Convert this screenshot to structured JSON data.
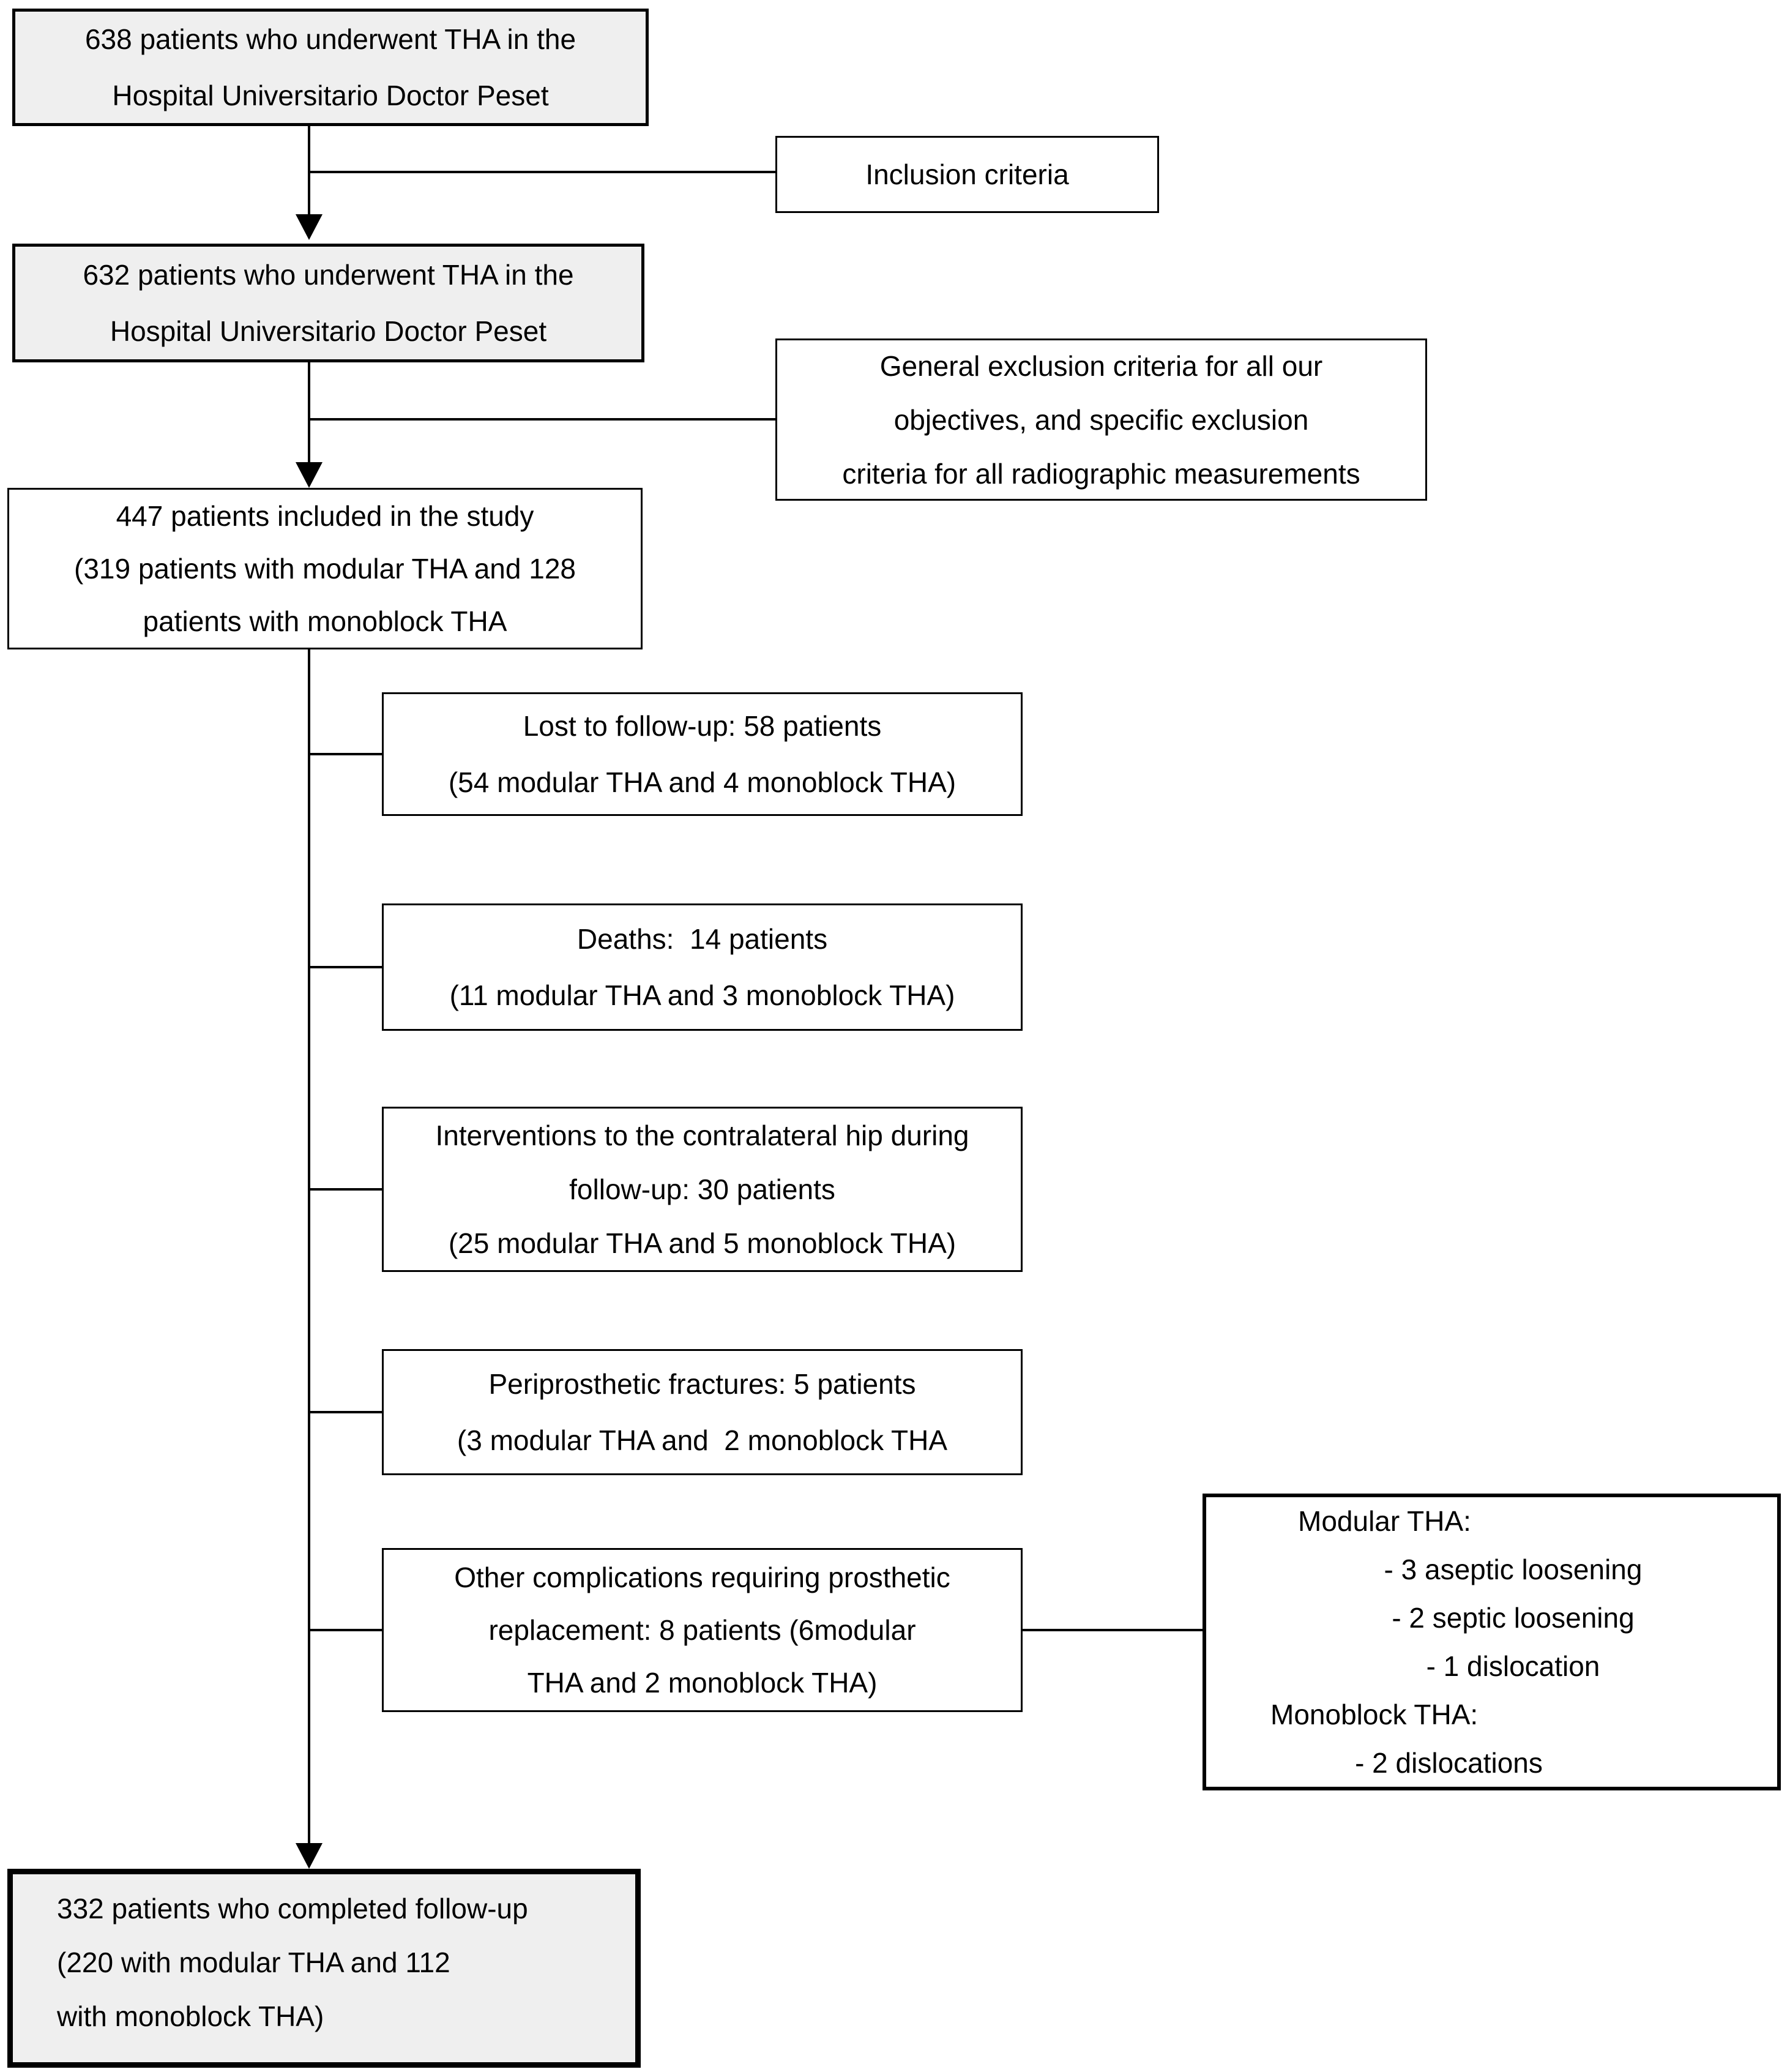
{
  "diagram": {
    "title": "Patient flow diagram (THA study)",
    "colors": {
      "box_fill_grey": "#efefef",
      "box_fill_white": "#ffffff",
      "line_color": "#000000"
    },
    "boxes": {
      "b638": {
        "lines": [
          "638 patients who underwent THA in the",
          "Hospital Universitario Doctor Peset"
        ]
      },
      "inclusion": {
        "lines": [
          "Inclusion criteria"
        ]
      },
      "b632": {
        "lines": [
          "632 patients who underwent THA in the",
          "Hospital Universitario Doctor Peset"
        ]
      },
      "exclusion": {
        "lines": [
          "General exclusion criteria for all our",
          "objectives, and specific exclusion",
          "criteria for all radiographic measurements"
        ]
      },
      "b447": {
        "lines": [
          "447 patients included in the study",
          "(319 patients with modular THA and 128",
          "patients with monoblock THA"
        ]
      },
      "lost": {
        "lines": [
          "Lost to follow-up: 58 patients",
          "(54 modular THA and 4 monoblock THA)"
        ]
      },
      "deaths": {
        "lines": [
          "Deaths:  14 patients",
          "(11 modular THA and 3 monoblock THA)"
        ]
      },
      "interventions": {
        "lines": [
          "Interventions to the contralateral hip during",
          "follow-up: 30 patients",
          "(25 modular THA and 5 monoblock THA)"
        ]
      },
      "fractures": {
        "lines": [
          "Periprosthetic fractures: 5 patients",
          "(3 modular THA and  2 monoblock THA"
        ]
      },
      "other": {
        "lines": [
          "Other complications requiring prosthetic",
          "replacement: 8 patients (6modular",
          "THA and 2 monoblock THA)"
        ]
      },
      "detail": {
        "lines": [
          "Modular THA:",
          "- 3 aseptic loosening",
          "- 2 septic loosening",
          "- 1 dislocation",
          "Monoblock THA:",
          "- 2 dislocations"
        ]
      },
      "b332": {
        "lines": [
          "332 patients who completed follow-up",
          "(220 with modular THA and 112",
          "with monoblock THA)"
        ]
      }
    }
  }
}
